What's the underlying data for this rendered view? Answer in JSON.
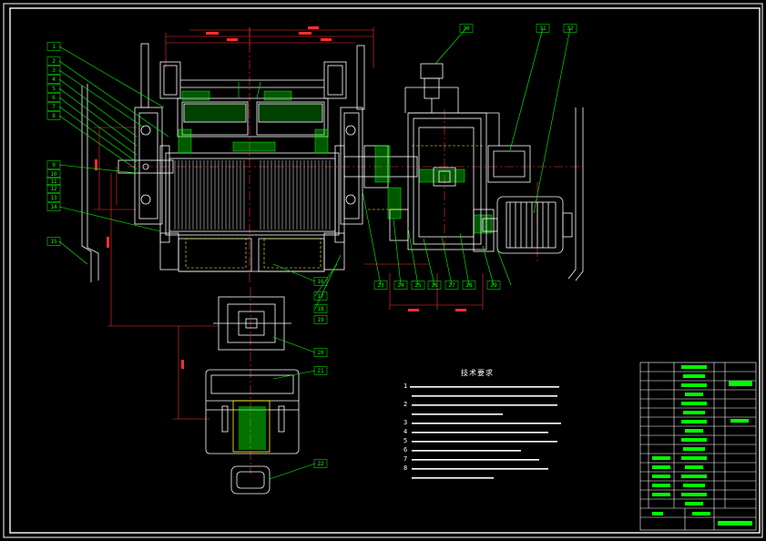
{
  "balloons": [
    "1",
    "2",
    "3",
    "4",
    "5",
    "6",
    "7",
    "8",
    "9",
    "10",
    "11",
    "12",
    "13",
    "14",
    "15",
    "16",
    "17",
    "18",
    "19",
    "20",
    "21",
    "22",
    "23",
    "24",
    "25",
    "26",
    "27",
    "28",
    "29",
    "30",
    "31",
    "32"
  ],
  "colors": {
    "background": "#000000",
    "border": "#ffffff",
    "line": "#ffffff",
    "leader": "#00ff00",
    "dimension": "#ff3030",
    "hidden": "#ffff00",
    "accent": "#00ffff"
  },
  "tech_notes": {
    "title": "技术要求",
    "items": [
      "1",
      "2",
      "3",
      "4",
      "5",
      "6",
      "7",
      "8"
    ]
  },
  "title_block": {
    "rows": 15
  }
}
